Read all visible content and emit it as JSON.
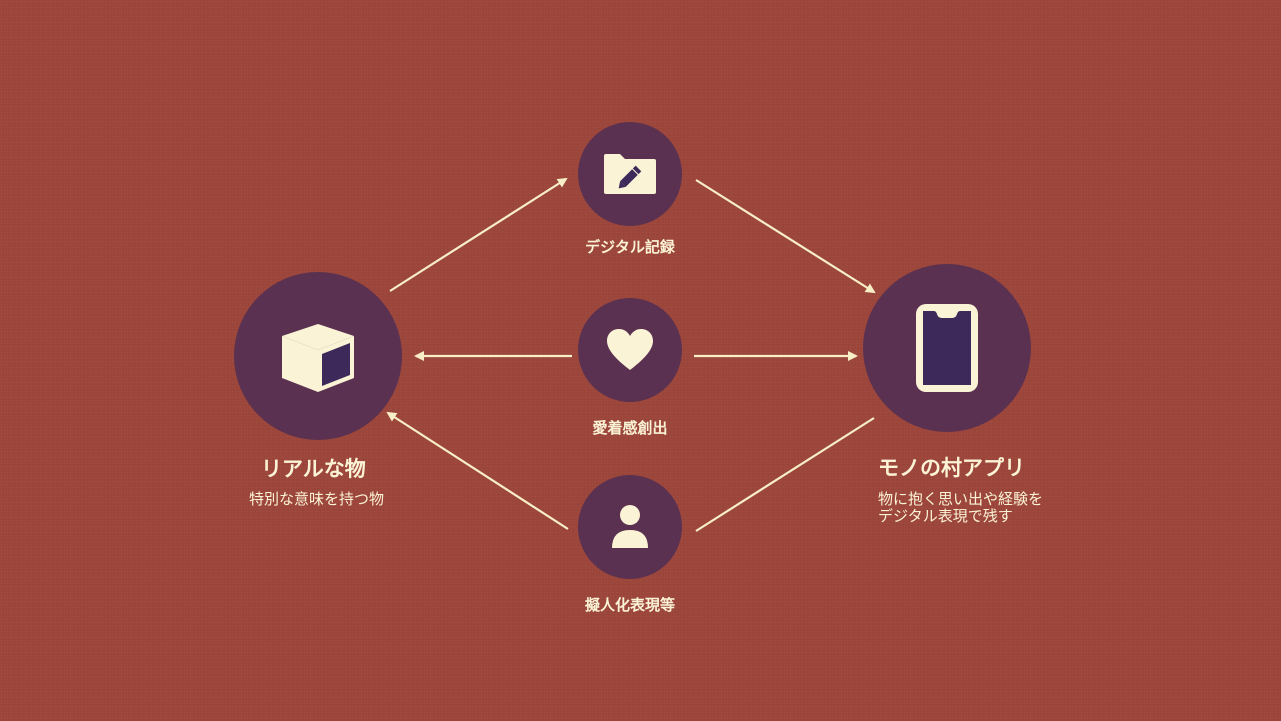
{
  "colors": {
    "background": "#9c453a",
    "node_fill": "#5a3150",
    "icon_fill": "#fbf3d5",
    "icon_detail": "#3d2a5a",
    "arrow": "#f7efc6",
    "text": "#fbf3d5"
  },
  "nodes": {
    "real_object": {
      "icon": "cube-icon",
      "title": "リアルな物",
      "subtitle": "特別な意味を持つ物"
    },
    "mono_app": {
      "icon": "smartphone-icon",
      "title": "モノの村アプリ",
      "description_line1": "物に抱く思い出や経験を",
      "description_line2": "デジタル表現で残す"
    },
    "digital": {
      "icon": "folder-edit-icon",
      "label": "デジタル記録"
    },
    "attachment": {
      "icon": "heart-icon",
      "label": "愛着感創出"
    },
    "personification": {
      "icon": "person-icon",
      "label": "擬人化表現等"
    }
  }
}
